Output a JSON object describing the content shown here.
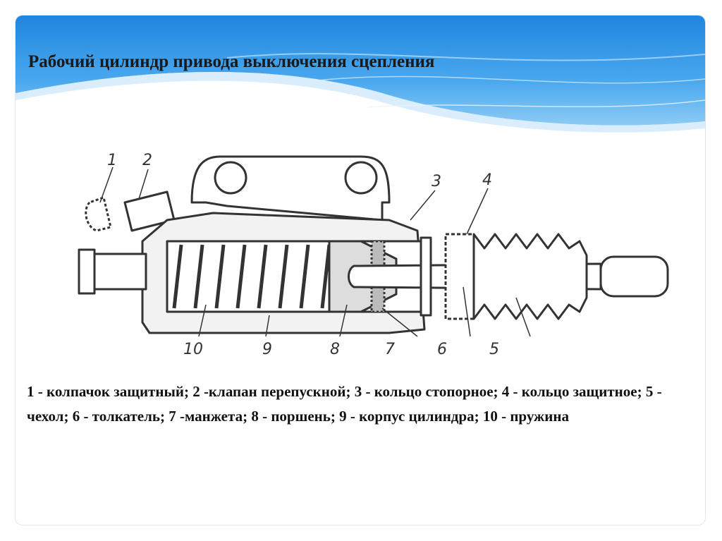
{
  "slide": {
    "title": "Рабочий цилиндр привода выключения сцепления",
    "legend": "1 - колпачок защитный; 2 -клапан перепускной; 3 - кольцо стопорное; 4 - кольцо защитное; 5 - чехол; 6 - толкатель; 7 -манжета; 8 - поршень; 9 - корпус цилиндра; 10 - пружина"
  },
  "diagram": {
    "part_labels": [
      "1",
      "2",
      "3",
      "4",
      "5",
      "6",
      "7",
      "8",
      "9",
      "10"
    ]
  },
  "colors": {
    "header_blue": "#2f8fe0",
    "header_light": "#9fd3f7",
    "line": "#333333"
  }
}
